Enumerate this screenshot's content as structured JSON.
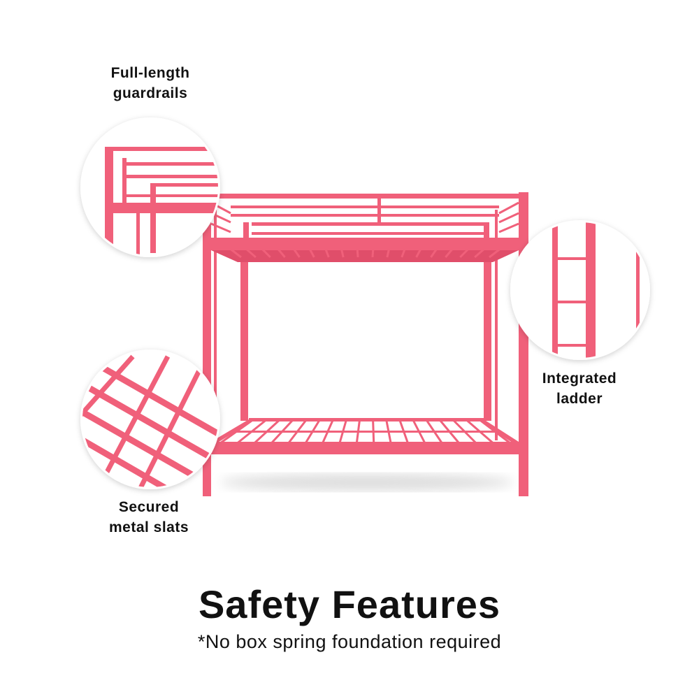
{
  "colors": {
    "frame": "#f0607a",
    "frame_dark": "#e04e6a",
    "text": "#111111"
  },
  "callouts": [
    {
      "line1": "Full-length",
      "line2": "guardrails"
    },
    {
      "line1": "Integrated",
      "line2": "ladder"
    },
    {
      "line1": "Secured",
      "line2": "metal slats"
    }
  ],
  "title": "Safety Features",
  "subtitle": "*No box spring foundation required"
}
